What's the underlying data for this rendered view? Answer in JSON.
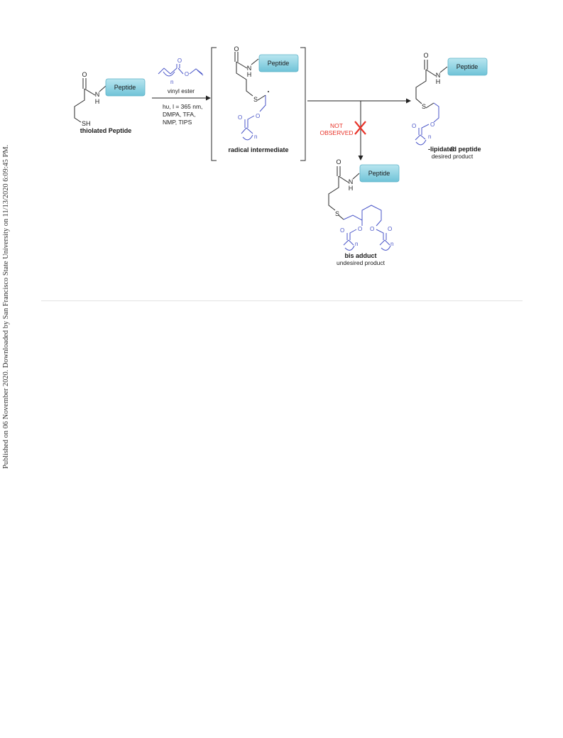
{
  "side_note": "Published on 06 November 2020. Downloaded by San Francisco State University on 11/13/2020 6:09:45 PM.",
  "peptide_label": "Peptide",
  "atoms": {
    "O": "O",
    "N": "N",
    "H": "H",
    "S": "S",
    "SH": "SH",
    "n": "n"
  },
  "starting_material": "thiolated Peptide",
  "reagent": "vinyl ester",
  "conditions": [
    "hυ, l = 365 nm,",
    "DMPA, TFA,",
    "NMP, TIPS"
  ],
  "intermediate": "radical intermediate",
  "not_observed": [
    "NOT",
    "OBSERVED"
  ],
  "product": {
    "prefix": "S",
    "name": "-lipidated peptide",
    "sub": "desired product"
  },
  "side_product": {
    "name": "bis adduct",
    "sub": "undesired product"
  },
  "colors": {
    "lipid": "#4a56c8",
    "peptide_box": "#72c6d9",
    "cross": "#e8342a",
    "not_observed": "#e8342a"
  }
}
